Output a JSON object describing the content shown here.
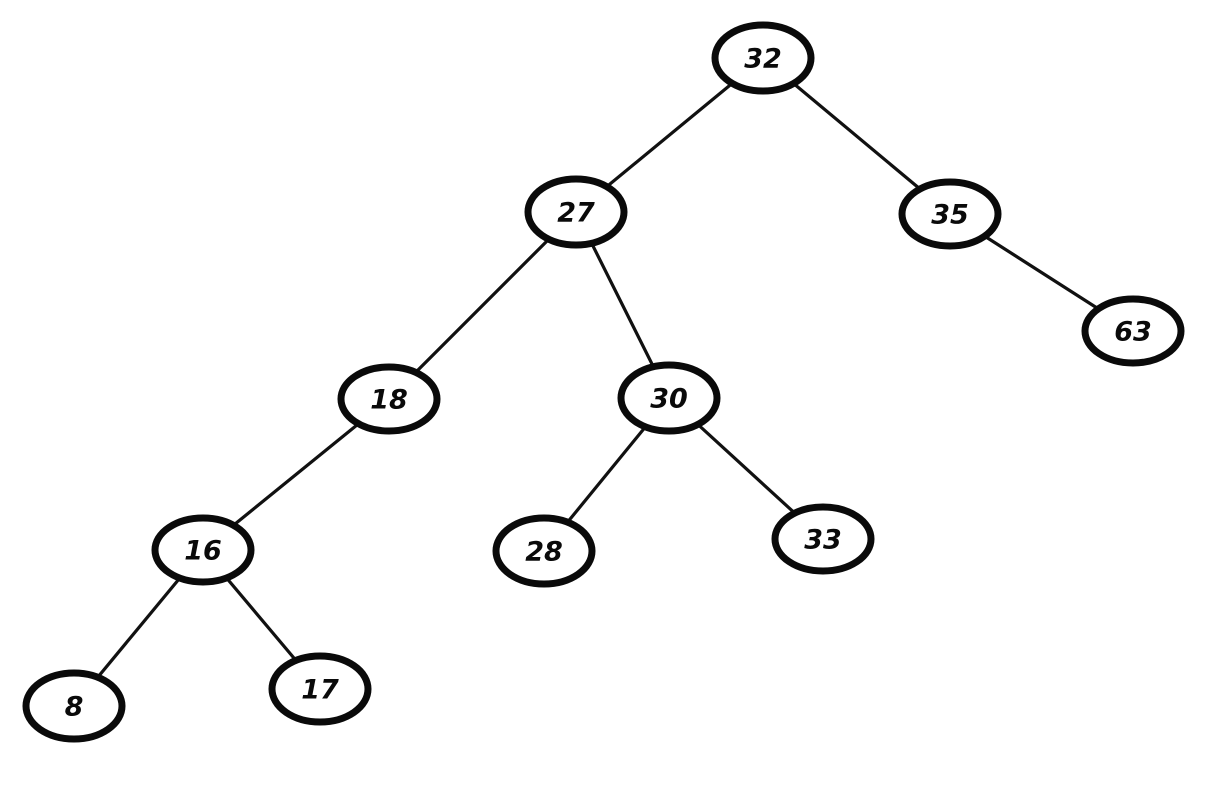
{
  "tree": {
    "nodes": [
      {
        "id": "n32",
        "label": "32"
      },
      {
        "id": "n27",
        "label": "27"
      },
      {
        "id": "n35",
        "label": "35"
      },
      {
        "id": "n18",
        "label": "18"
      },
      {
        "id": "n30",
        "label": "30"
      },
      {
        "id": "n63",
        "label": "63"
      },
      {
        "id": "n16",
        "label": "16"
      },
      {
        "id": "n28",
        "label": "28"
      },
      {
        "id": "n33",
        "label": "33"
      },
      {
        "id": "n8",
        "label": "8"
      },
      {
        "id": "n17",
        "label": "17"
      }
    ],
    "edges": [
      {
        "from": "n32",
        "to": "n27"
      },
      {
        "from": "n32",
        "to": "n35"
      },
      {
        "from": "n27",
        "to": "n18"
      },
      {
        "from": "n27",
        "to": "n30"
      },
      {
        "from": "n35",
        "to": "n63"
      },
      {
        "from": "n18",
        "to": "n16"
      },
      {
        "from": "n30",
        "to": "n28"
      },
      {
        "from": "n30",
        "to": "n33"
      },
      {
        "from": "n16",
        "to": "n8"
      },
      {
        "from": "n16",
        "to": "n17"
      }
    ]
  }
}
